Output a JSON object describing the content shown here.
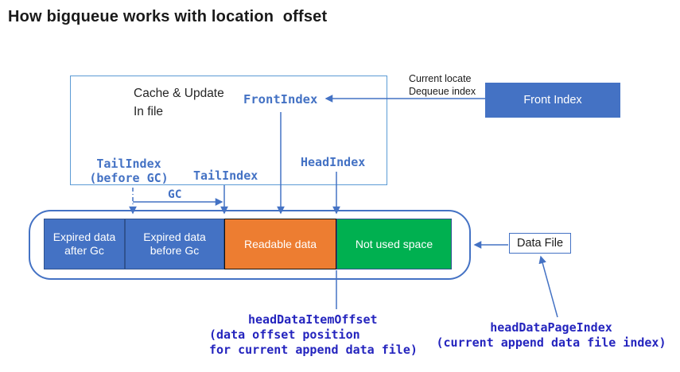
{
  "title": "How bigqueue works with location  offset",
  "colors": {
    "accent_blue": "#4472C4",
    "cache_border_blue": "#5B9BD5",
    "segment_blue": "#4472C4",
    "segment_orange": "#ED7D31",
    "segment_green": "#00B050",
    "navy_annotation": "#2424BE"
  },
  "cache_box": {
    "label": {
      "line1": "Cache & Update",
      "line2": "In file"
    },
    "front_index_label": "FrontIndex",
    "tail_index_before": {
      "line1": "TailIndex",
      "line2": "(before GC)"
    },
    "tail_index_label": "TailIndex",
    "head_index_label": "HeadIndex",
    "gc_label": "GC"
  },
  "front_index": {
    "box_label": "Front Index",
    "annotation": {
      "line1": "Current locate",
      "line2": "Dequeue index"
    }
  },
  "queue_bar": {
    "segments": [
      {
        "name": "expired-data-after-gc",
        "label": "Expired data after Gc",
        "color": "#4472C4"
      },
      {
        "name": "expired-data-before-gc",
        "label": "Expired data before Gc",
        "color": "#4472C4"
      },
      {
        "name": "readable-data",
        "label": "Readable data",
        "color": "#ED7D31"
      },
      {
        "name": "not-used-space",
        "label": "Not used space",
        "color": "#00B050"
      }
    ]
  },
  "data_file": {
    "box_label": "Data File"
  },
  "annotations": {
    "head_data_item_offset": {
      "line1": "headDataItemOffset",
      "line2": "(data offset position",
      "line3": "for current append data file)"
    },
    "head_data_page_index": {
      "line1": "headDataPageIndex",
      "line2": "(current append data file index)"
    }
  }
}
